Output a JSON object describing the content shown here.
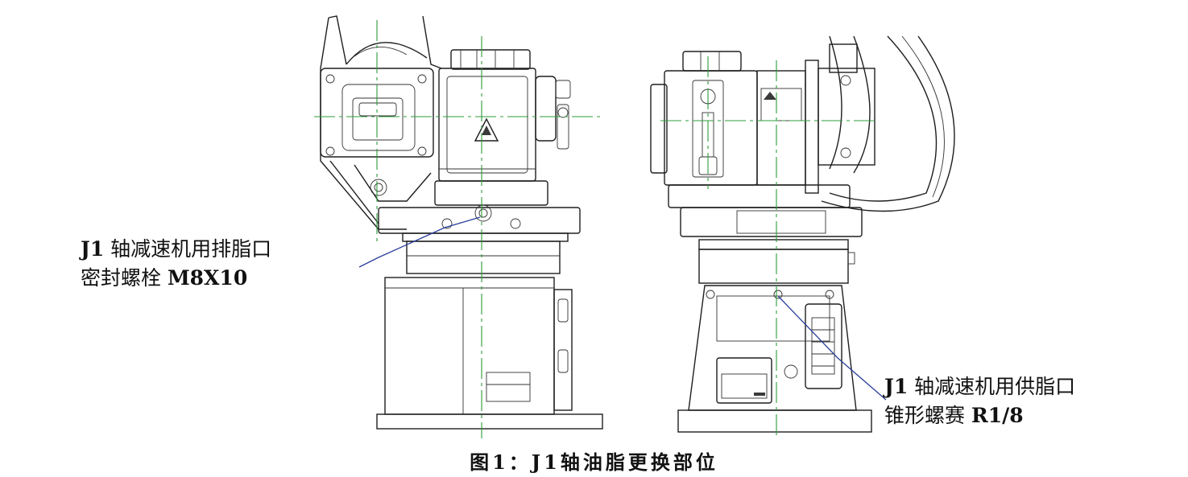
{
  "figure": {
    "drain_label": {
      "line1_code": "J1",
      "line1_text": " 轴减速机用排脂口",
      "line2_text": "密封螺栓 ",
      "line2_code": "M8X10"
    },
    "supply_label": {
      "line1_code": "J1",
      "line1_text": " 轴减速机用供脂口",
      "line2_text": "锥形螺赛 ",
      "line2_code": "R1/8"
    },
    "caption": "图1：J1轴油脂更换部位"
  },
  "colors": {
    "line": "#1e1e1e",
    "centerline": "#2e9c3a",
    "leader": "#2a3f9a"
  }
}
